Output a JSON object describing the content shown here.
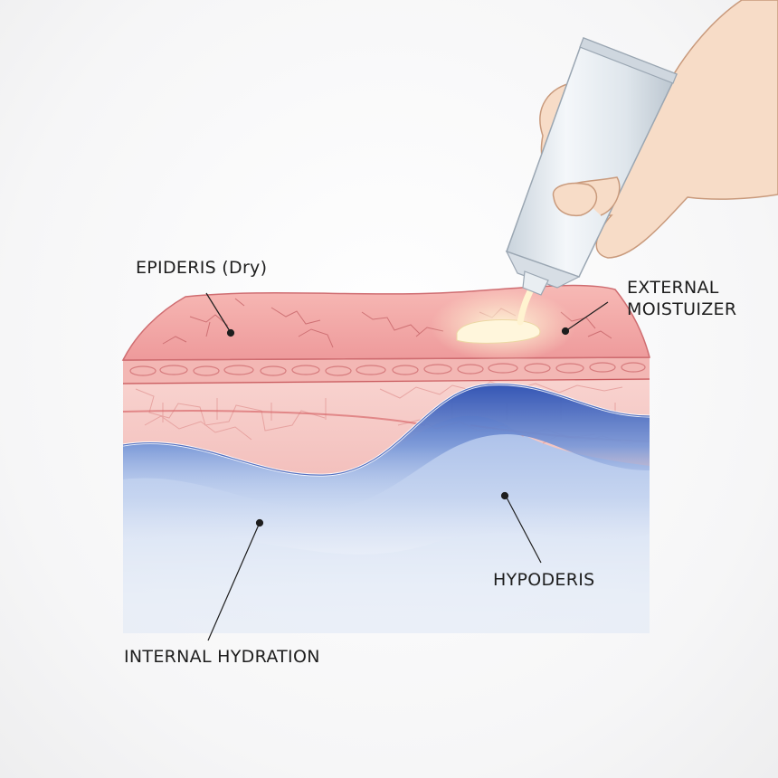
{
  "labels": {
    "epidermis": "EPIDERIS (Dry)",
    "external_line1": "EXTERNAL",
    "external_line2": "MOISTUIZER",
    "hypodermis": "HYPODERIS",
    "internal": "INTERNAL HYDRATION"
  },
  "colors": {
    "epidermis": "#f2a8a8",
    "dermis": "#f8d3cf",
    "hydration_blue": "#2f55b8",
    "hypodermis": "#b9cbec",
    "cream": "#fff3d6",
    "tube": "#e8eef3",
    "skin_hand": "#f6d8c3"
  }
}
